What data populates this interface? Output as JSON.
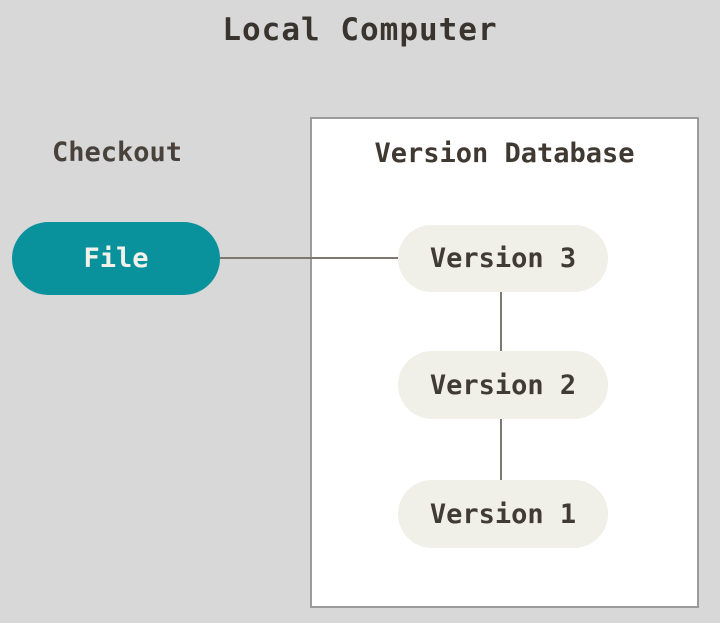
{
  "title": "Local Computer",
  "checkout": {
    "label": "Checkout"
  },
  "file_node": {
    "label": "File"
  },
  "version_database": {
    "title": "Version Database",
    "versions": [
      {
        "label": "Version 3"
      },
      {
        "label": "Version 2"
      },
      {
        "label": "Version 1"
      }
    ]
  },
  "colors": {
    "background": "#d8d8d8",
    "box_background": "#ffffff",
    "box_border": "#9b9b9b",
    "file_pill_background": "#0a929c",
    "file_pill_text": "#f2f1ea",
    "version_pill_background": "#f0efe8",
    "version_pill_text": "#413b35",
    "title_text": "#3a342e",
    "connector_line": "#7e7870"
  }
}
